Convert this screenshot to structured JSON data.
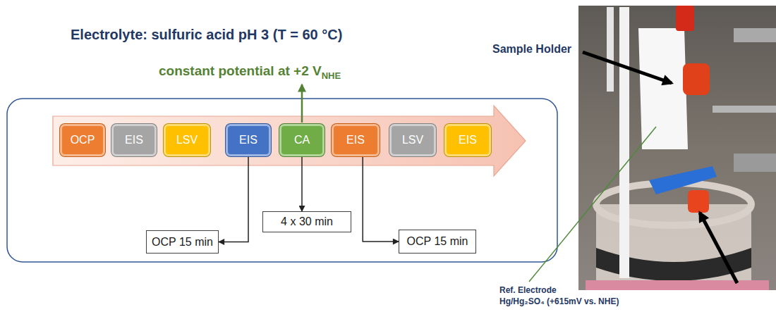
{
  "diagram": {
    "title": "Electrolyte: sulfuric acid pH 3 (T = 60 °C)",
    "nodes": [
      {
        "text": [
          "OCP"
        ]
      },
      {
        "text": [
          "EIS"
        ]
      },
      {
        "text": [
          "LSV"
        ]
      },
      {
        "text": [
          "EIS"
        ]
      },
      {
        "text": [
          "CA"
        ]
      },
      {
        "text": [
          "EIS"
        ]
      },
      {
        "text": [
          "LSV"
        ]
      },
      {
        "text": [
          "EIS"
        ]
      },
      {
        "text": [
          "OCP 15 min"
        ]
      },
      {
        "text": [
          "4 x 30 min"
        ]
      },
      {
        "text": [
          "OCP 15 min"
        ]
      }
    ],
    "edges": [
      {
        "from": 3,
        "to": 8,
        "arrow": "to"
      },
      {
        "from": 4,
        "to": 9,
        "arrow": "to"
      },
      {
        "from": 5,
        "to": 10,
        "arrow": "to"
      }
    ],
    "labels": [
      "constant potential at +2 V",
      "NHE",
      "Sample Holder",
      "Ref. Electrode",
      "Hg/Hg₂SO₄ (+615mV vs. NHE)"
    ]
  }
}
